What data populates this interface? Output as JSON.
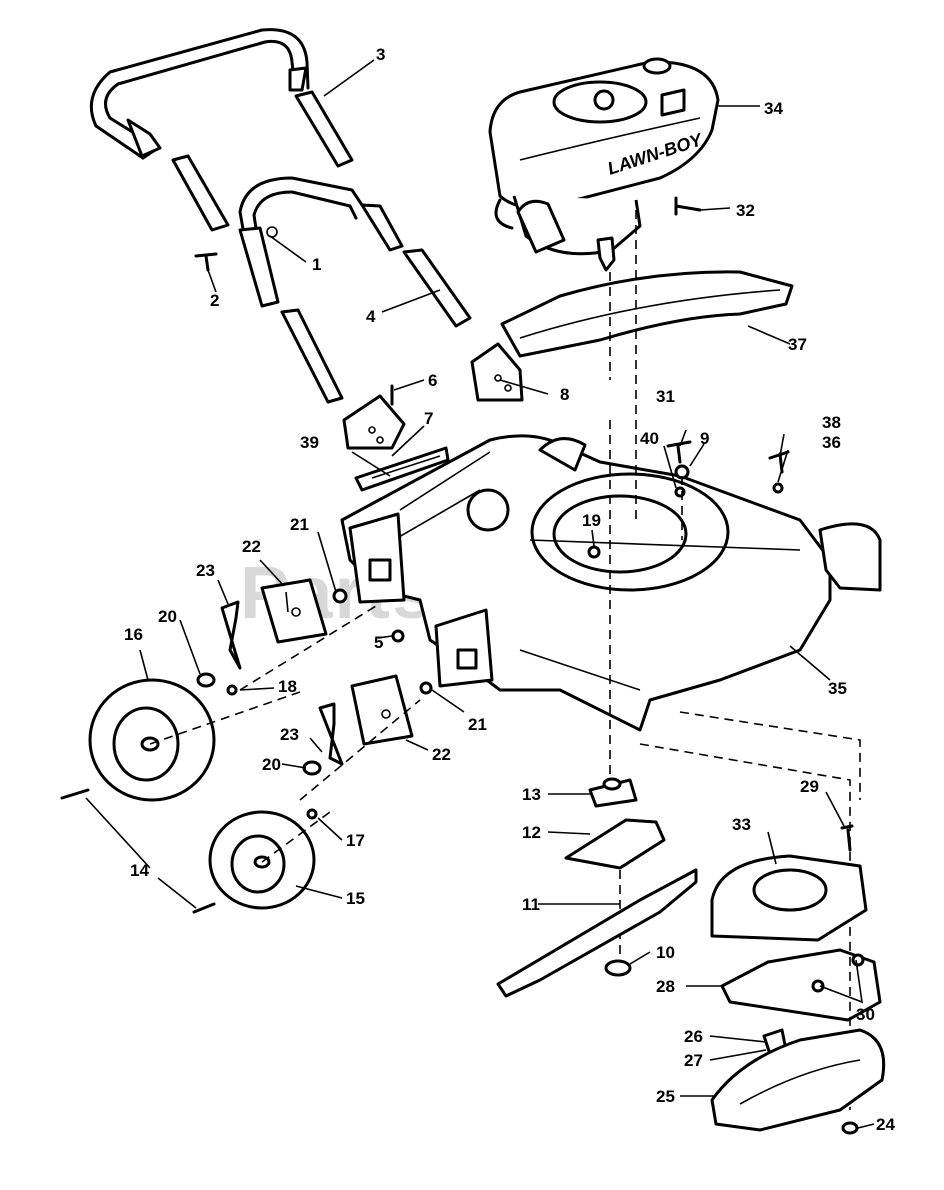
{
  "watermark": "PartsTree",
  "engine_brand": "LAWN-BOY",
  "callouts": {
    "c1": "1",
    "c2": "2",
    "c3": "3",
    "c4": "4",
    "c5": "5",
    "c6": "6",
    "c7": "7",
    "c8": "8",
    "c9": "9",
    "c10": "10",
    "c11": "11",
    "c12": "12",
    "c13": "13",
    "c14": "14",
    "c15": "15",
    "c16": "16",
    "c17": "17",
    "c18": "18",
    "c19": "19",
    "c20a": "20",
    "c20b": "20",
    "c21a": "21",
    "c21b": "21",
    "c22a": "22",
    "c22b": "22",
    "c23a": "23",
    "c23b": "23",
    "c24": "24",
    "c25": "25",
    "c26": "26",
    "c27": "27",
    "c28": "28",
    "c29": "29",
    "c30": "30",
    "c31": "31",
    "c32": "32",
    "c33": "33",
    "c34": "34",
    "c35": "35",
    "c36": "36",
    "c37": "37",
    "c38": "38",
    "c39": "39",
    "c40": "40"
  }
}
